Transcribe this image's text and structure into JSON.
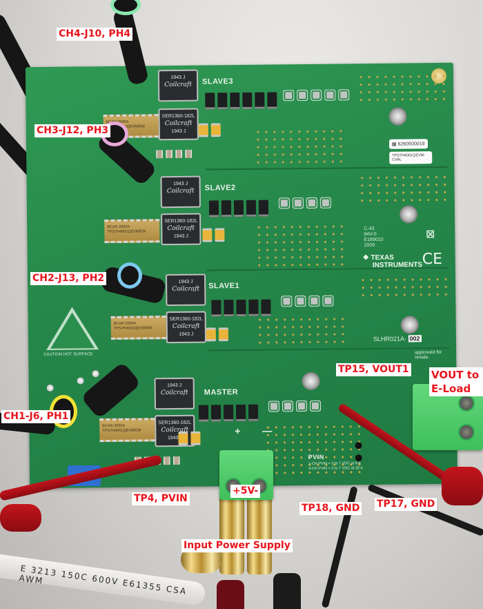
{
  "annotations": {
    "ch4": "CH4-J10, PH4",
    "ch3": "CH3-J12, PH3",
    "ch2": "CH2-J13, PH2",
    "ch1": "CH1-J6, PH1",
    "tp15": "TP15, VOUT1",
    "vout_eload": "VOUT to E-Load",
    "tp4": "TP4, PVIN",
    "plus5v": "+5V-",
    "tp18": "TP18, GND",
    "tp17": "TP17, GND",
    "input_supply": "Input Power Supply"
  },
  "annotation_color": "#e8141c",
  "board": {
    "sections": [
      "SLAVE3",
      "SLAVE2",
      "SLAVE1",
      "MASTER"
    ],
    "inductor_part": "SER1360-182L",
    "inductor_brand": "Coilcraft",
    "inductor_date": "1943 J",
    "ic_marking": [
      "BCAR 2005A",
      "TPS7H4001QEVM/EM"
    ],
    "serial_sticker": "6260500019",
    "model_sticker": "TPS7H4001QEVM-CVAL",
    "ul_marking": [
      "C-43",
      "94V-0",
      "E189010",
      "2009"
    ],
    "ti_logo": [
      "TEXAS",
      "INSTRUMENTS"
    ],
    "ce_mark": "CE",
    "revision_label": "SLHR021A-",
    "revision_number": "002",
    "resale_note": "approved for resale.",
    "hot_surface": "CAUTION HOT SURFACE",
    "pvin_title": "PVIN",
    "pvin_notes": [
      "1-CH PVIN = 3 to 7 VDC at 8 A",
      "4-CH PVIN = 3 to 7 VDC at 32 A"
    ],
    "pcb_color": "#26874a"
  },
  "cable_print": "E 3213   150C   600V   E61355   CSA   AWM"
}
